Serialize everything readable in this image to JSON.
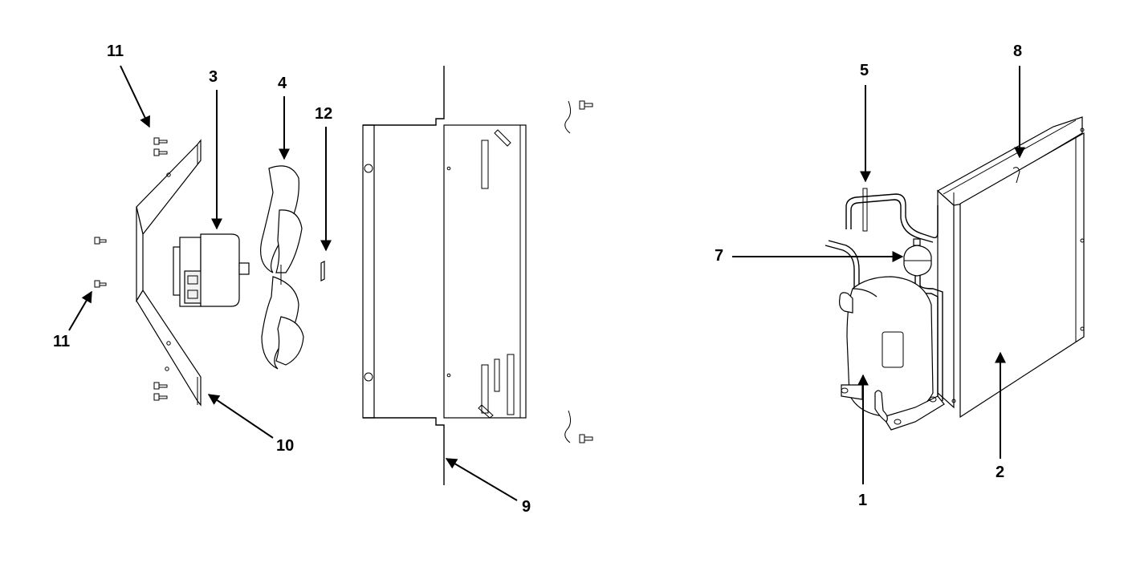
{
  "diagram": {
    "callouts": [
      {
        "id": "c11a",
        "label": "11"
      },
      {
        "id": "c3",
        "label": "3"
      },
      {
        "id": "c4",
        "label": "4"
      },
      {
        "id": "c12",
        "label": "12"
      },
      {
        "id": "c11b",
        "label": "11"
      },
      {
        "id": "c10",
        "label": "10"
      },
      {
        "id": "c9",
        "label": "9"
      },
      {
        "id": "c5",
        "label": "5"
      },
      {
        "id": "c8",
        "label": "8"
      },
      {
        "id": "c7",
        "label": "7"
      },
      {
        "id": "c1",
        "label": "1"
      },
      {
        "id": "c2",
        "label": "2"
      }
    ]
  }
}
